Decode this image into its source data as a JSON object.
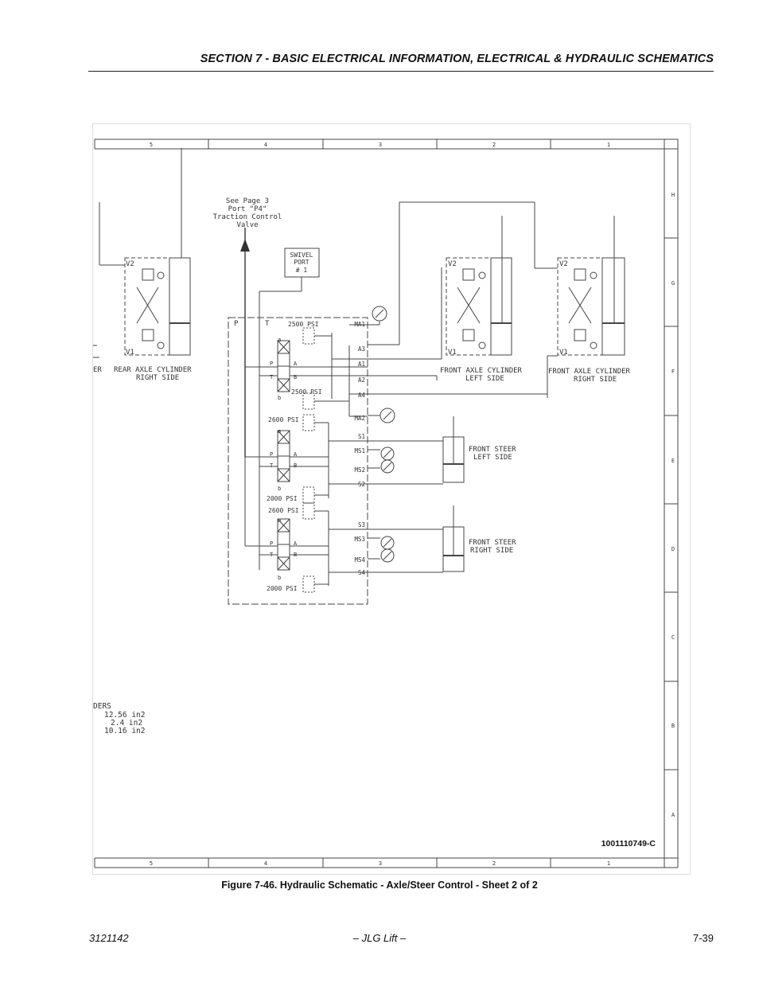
{
  "header": {
    "section_title": "SECTION 7 - BASIC ELECTRICAL INFORMATION, ELECTRICAL & HYDRAULIC SCHEMATICS"
  },
  "figure": {
    "caption": "Figure 7-46.  Hydraulic Schematic - Axle/Steer Control - Sheet 2 of 2",
    "drawing_number": "1001110749-C",
    "zone_columns": [
      "5",
      "4",
      "3",
      "2",
      "1"
    ],
    "zone_rows": [
      "H",
      "G",
      "F",
      "E",
      "D",
      "C",
      "B",
      "A"
    ],
    "traction_note": [
      "See Page 3",
      "Port \"P4\"",
      "Traction Control",
      "Valve"
    ],
    "swivel_port": [
      "SWIVEL",
      "PORT",
      "# 1"
    ],
    "cylinders": {
      "rear_right": [
        "REAR AXLE CYLINDER",
        "RIGHT SIDE"
      ],
      "rear_partial": "ER",
      "front_left": [
        "FRONT AXLE CYLINDER",
        "LEFT SIDE"
      ],
      "front_right": [
        "FRONT AXLE CYLINDER",
        "RIGHT SIDE"
      ],
      "v1": "V1",
      "v2": "V2"
    },
    "steer_left": [
      "FRONT STEER",
      "LEFT SIDE"
    ],
    "steer_right": [
      "FRONT STEER",
      "RIGHT SIDE"
    ],
    "valve_ports": {
      "p": "P",
      "t": "T",
      "a": "A",
      "b": "B",
      "port_a_lower": "a",
      "port_b_lower": "b",
      "relief_top": "2500 PSI",
      "relief_mid": "2500 PSI",
      "relief_s1": "2600 PSI",
      "relief_s2": "2000 PSI",
      "relief_s3": "2600 PSI",
      "relief_s4": "2000 PSI"
    },
    "ports": [
      "MA1",
      "A3",
      "A1",
      "A2",
      "A4",
      "MA2",
      "S1",
      "MS1",
      "MS2",
      "S2",
      "S3",
      "MS3",
      "MS4",
      "S4"
    ],
    "areas_table": [
      "DERS",
      "12.56 in2",
      "2.4 in2",
      "10.16 in2"
    ]
  },
  "footer": {
    "doc_number": "3121142",
    "center": "– JLG Lift –",
    "page": "7-39"
  }
}
